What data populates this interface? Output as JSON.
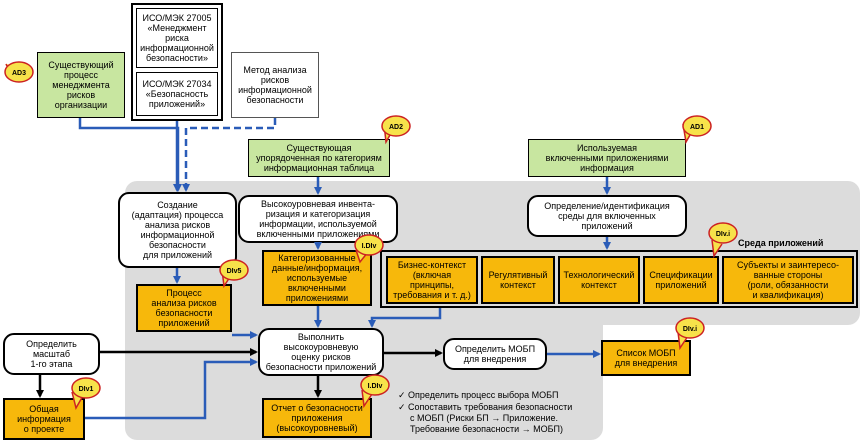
{
  "iso27005": "ИСО/МЭК 27005\n«Менеджмент\nриска\nинформационной\nбезопасности»",
  "iso27034": "ИСО/МЭК 27034\n«Безопасность\nприложений»",
  "existing_process": "Существующий\nпроцесс\nменеджмента\nрисков\nорганизации",
  "risk_method": "Метод анализа\nрисков\nинформационной\nбезопасности",
  "info_table": "Существующая\nупорядоченная по категориям\nинформационная таблица",
  "used_info": "Используемая\nвключенными приложениями\nинформация",
  "create_process": "Создание\n(адаптация) процесса\nанализа рисков\nинформационной\nбезопасности\nдля приложений",
  "inventory": "Высокоуровневая инвента-\nризация и категоризация\nинформации, используемой\nвключенными приложениями",
  "env_identify": "Определение/идентификация\nсреды для включенных\nприложений",
  "env_label": "Среда приложений",
  "categorized": "Категоризованные\nданные/информация,\nиспользуемые\nвключенными\nприложениями",
  "business": "Бизнес-контекст\n(включая принципы,\nтребования и т. д.)",
  "regulatory": "Регулятивный\nконтекст",
  "technological": "Технологический\nконтекст",
  "specs": "Спецификации\nприложений",
  "subjects": "Субъекты и заинтересо-\nванные стороны\n(роли, обязанности\nи квалификация)",
  "risk_process": "Процесс\nанализа рисков\nбезопасности\nприложений",
  "scope": "Определить\nмасштаб\n1-го этапа",
  "perform": "Выполнить\nвысокоуровневую\nоценку рисков\nбезопасности приложений",
  "define_mobp": "Определить МОБП\nдля внедрения",
  "mobp_list": "Список МОБП\nдля внедрения",
  "general_info": "Общая\nинформация\nо проекте",
  "report": "Отчет о безопасности\nприложения\n(высокоуровневый)",
  "checklist": [
    "✓ Определить процесс выбора МОБП",
    "✓ Сопоставить требования безопасности",
    "с МОБП (Риски БП → Приложение.",
    "Требование безопасности → МОБП)"
  ],
  "badges": {
    "ad3": "AD3",
    "ad2": "AD2",
    "ad1": "AD1",
    "div5": "DIv5",
    "diva": "DIv.i",
    "idiv": "I.DIv",
    "div1": "DIv1",
    "idiv2": "I.DIv",
    "divb": "DIv.i"
  },
  "colors": {
    "green": "#c8e6a0",
    "orange": "#f7b80b",
    "region": "#dcdcdc",
    "arrow_blue": "#2a5cb8",
    "arrow_black": "#000000",
    "badge_fill": "#f7e24a",
    "badge_outline": "#cc2222"
  }
}
